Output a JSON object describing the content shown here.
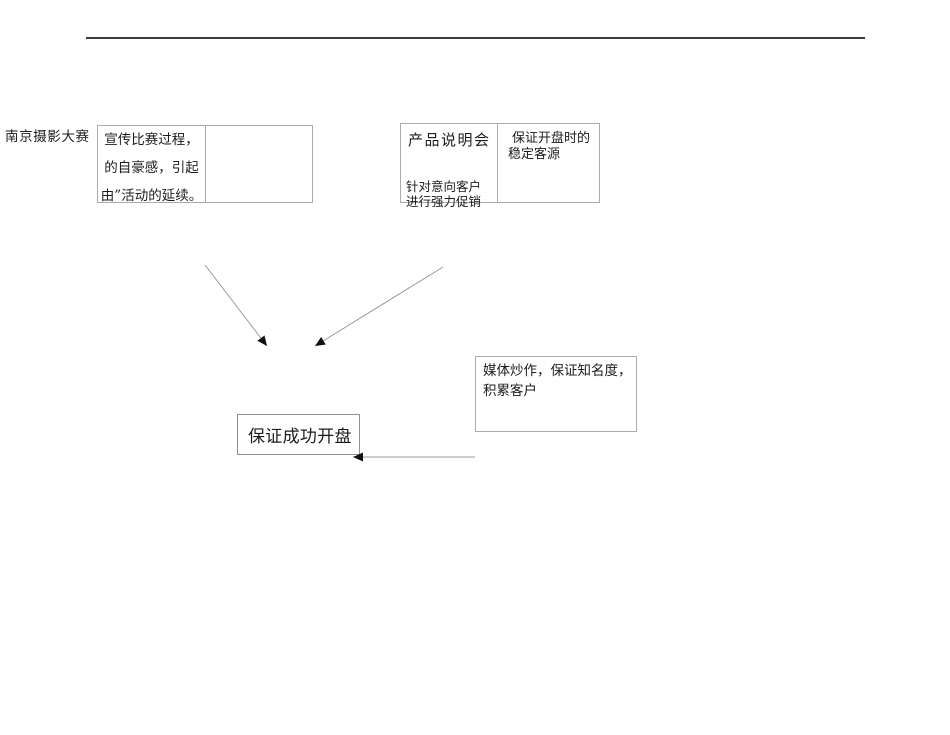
{
  "colors": {
    "page": "#ffffff",
    "rule": "#3b3b3b",
    "box-border": "#ababab",
    "result-border": "#919191",
    "connector": "#9b9b9b",
    "arrowhead": "#111111",
    "text": "#1c1c1c"
  },
  "diagram": {
    "side_label": "南京摄影大赛",
    "promo_box": {
      "lines": [
        "宣传比赛过程，",
        "的自豪感，引起",
        "由”活动的延续。"
      ]
    },
    "seminar_box": {
      "title": "产品说明会",
      "body_lines": [
        "针对意向客户",
        "进行强力促销"
      ],
      "right_lines": [
        "保证开盘时的",
        "稳定客源"
      ]
    },
    "media_box": {
      "lines": [
        "媒体炒作，保证知名度，",
        "积累客户"
      ]
    },
    "result_box": {
      "label": "保证成功开盘"
    }
  }
}
